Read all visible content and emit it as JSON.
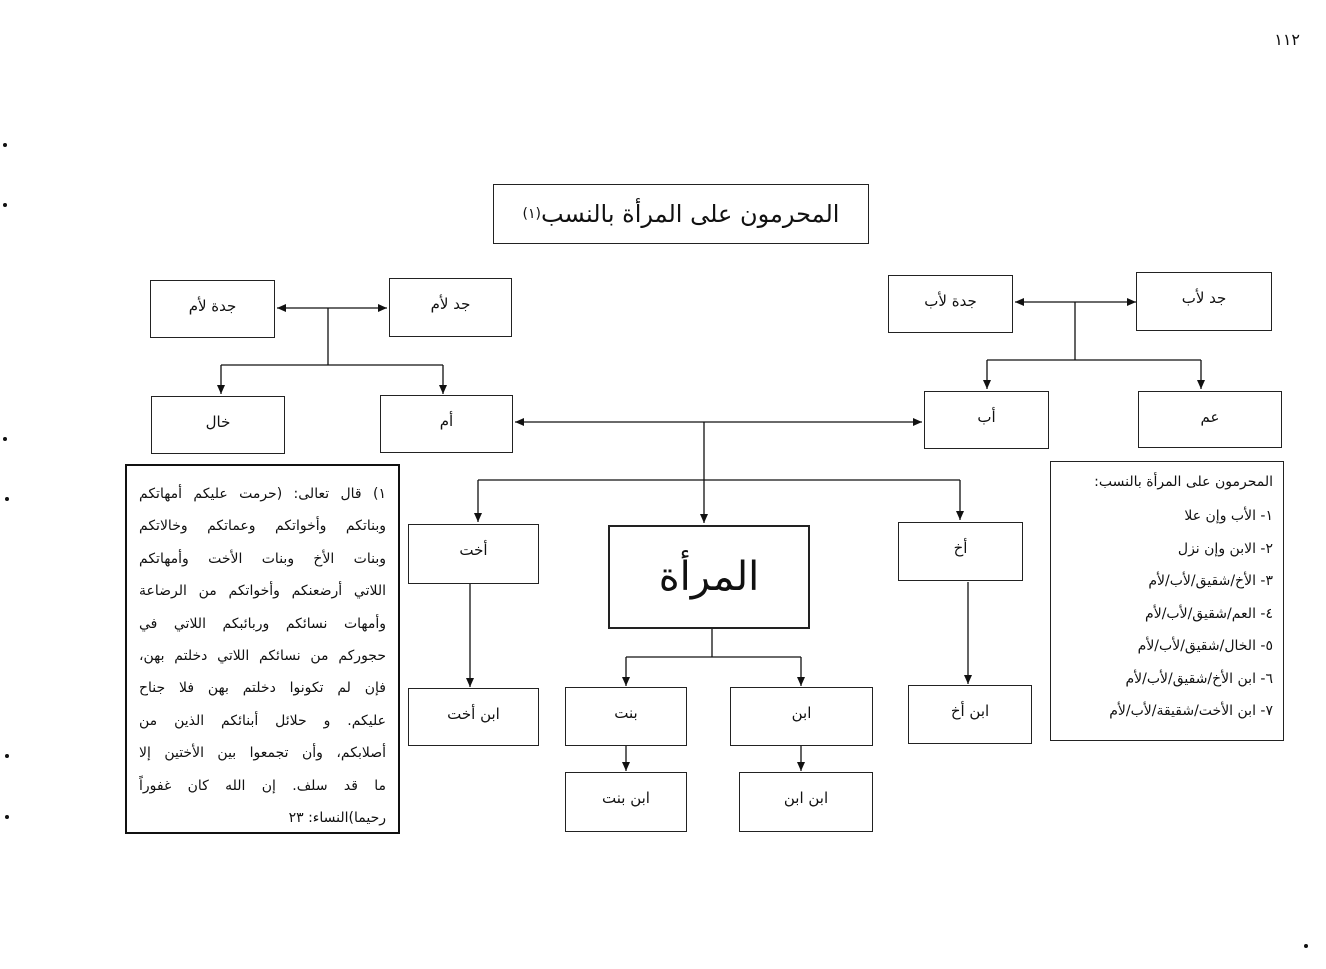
{
  "page_number": "١١٢",
  "title": {
    "text": "المحرمون على المرأة بالنسب",
    "footnote_marker": "(١)"
  },
  "nodes": {
    "grandfather_father": "جد لأب",
    "grandmother_father": "جدة لأب",
    "grandfather_mother": "جد لأم",
    "grandmother_mother": "جدة لأم",
    "uncle_paternal": "عم",
    "father": "أب",
    "mother": "أم",
    "uncle_maternal": "خال",
    "brother": "أخ",
    "woman": "المرأة",
    "sister": "أخت",
    "brother_son": "ابن أخ",
    "son": "ابن",
    "daughter": "بنت",
    "sister_son": "ابن أخت",
    "son_son": "ابن ابن",
    "daughter_son": "ابن بنت"
  },
  "list": {
    "heading": "المحرمون على المرأة بالنسب:",
    "items": [
      "١- الأب وإن علا",
      "٢- الابن وإن نزل",
      "٣- الأخ/شقيق/لأب/لأم",
      "٤- العم/شقيق/لأب/لأم",
      "٥- الخال/شقيق/لأب/لأم",
      "٦- ابن الأخ/شقيق/لأب/لأم",
      "٧- ابن الأخت/شقيقة/لأب/لأم"
    ]
  },
  "footnote": {
    "lines": [
      "١) قال تعالى: (حرمت عليكم أمهاتكم",
      "وبناتكم وأخواتكم وعماتكم وخالاتكم",
      "وبنات الأخ وبنات الأخت وأمهاتكم",
      "اللاتي أرضعنكم وأخواتكم من الرضاعة",
      "وأمهات نسائكم وربائبكم اللاتي في",
      "حجوركم من نسائكم اللاتي دخلتم بهن،",
      "فإن لم تكونوا دخلتم بهن فلا جناح",
      "عليكم. و حلائل أبنائكم الذين من",
      "أصلابكم، وأن تجمعوا بين الأختين إلا",
      "ما قد سلف. إن الله كان غفوراً",
      "رحيما)النساء: ٢٣"
    ]
  }
}
